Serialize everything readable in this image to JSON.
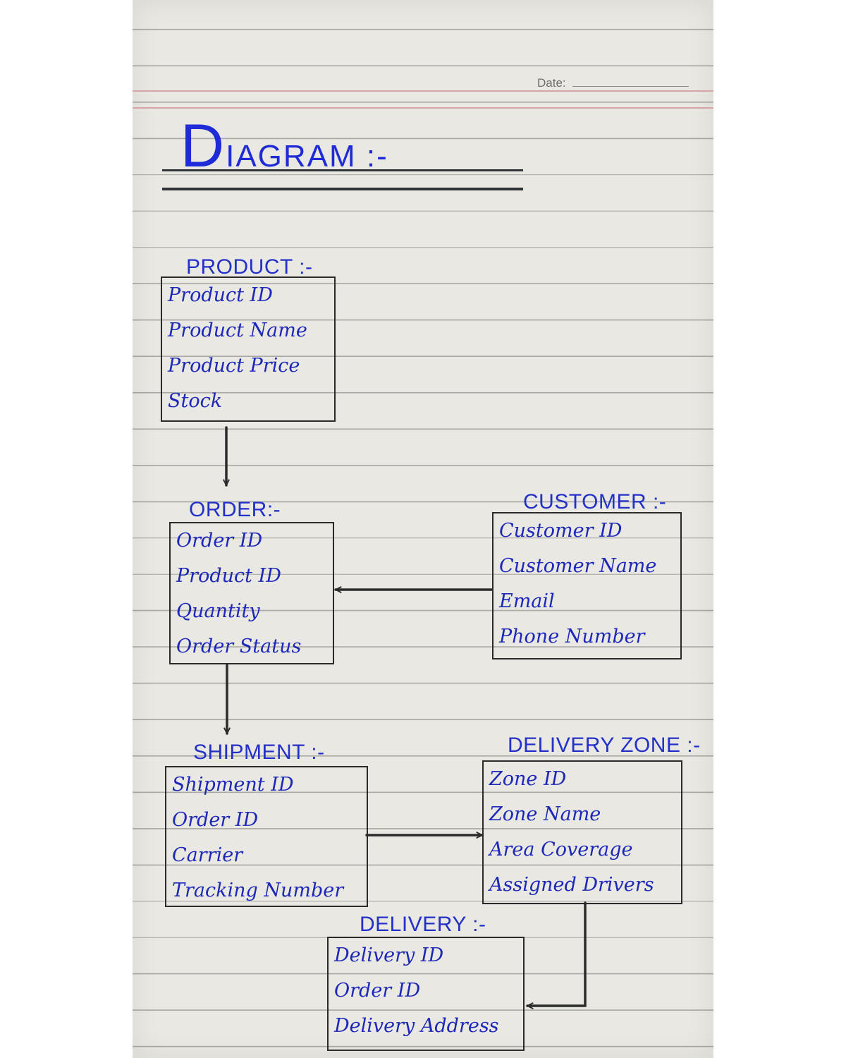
{
  "date_label": "Date:",
  "title": "DIAGRAM :-",
  "entities": {
    "product": {
      "title": "PRODUCT :-",
      "fields": [
        "Product ID",
        "Product Name",
        "Product Price",
        "Stock"
      ]
    },
    "order": {
      "title": "ORDER:-",
      "fields": [
        "Order ID",
        "Product ID",
        "Quantity",
        "Order Status"
      ]
    },
    "customer": {
      "title": "CUSTOMER :-",
      "fields": [
        "Customer ID",
        "Customer Name",
        "Email",
        "Phone Number"
      ]
    },
    "shipment": {
      "title": "SHIPMENT :-",
      "fields": [
        "Shipment ID",
        "Order ID",
        "Carrier",
        "Tracking Number"
      ]
    },
    "delivery_zone": {
      "title": "DELIVERY ZONE :-",
      "fields": [
        "Zone ID",
        "Zone Name",
        "Area Coverage",
        "Assigned Drivers"
      ]
    },
    "delivery": {
      "title": "DELIVERY :-",
      "fields": [
        "Delivery ID",
        "Order ID",
        "Delivery Address"
      ]
    }
  },
  "colors": {
    "ink_blue": "#1f2bd6",
    "ink_black": "#2b2b2b",
    "paper": "#e9e8e2",
    "rule": "#a9a8a4"
  }
}
